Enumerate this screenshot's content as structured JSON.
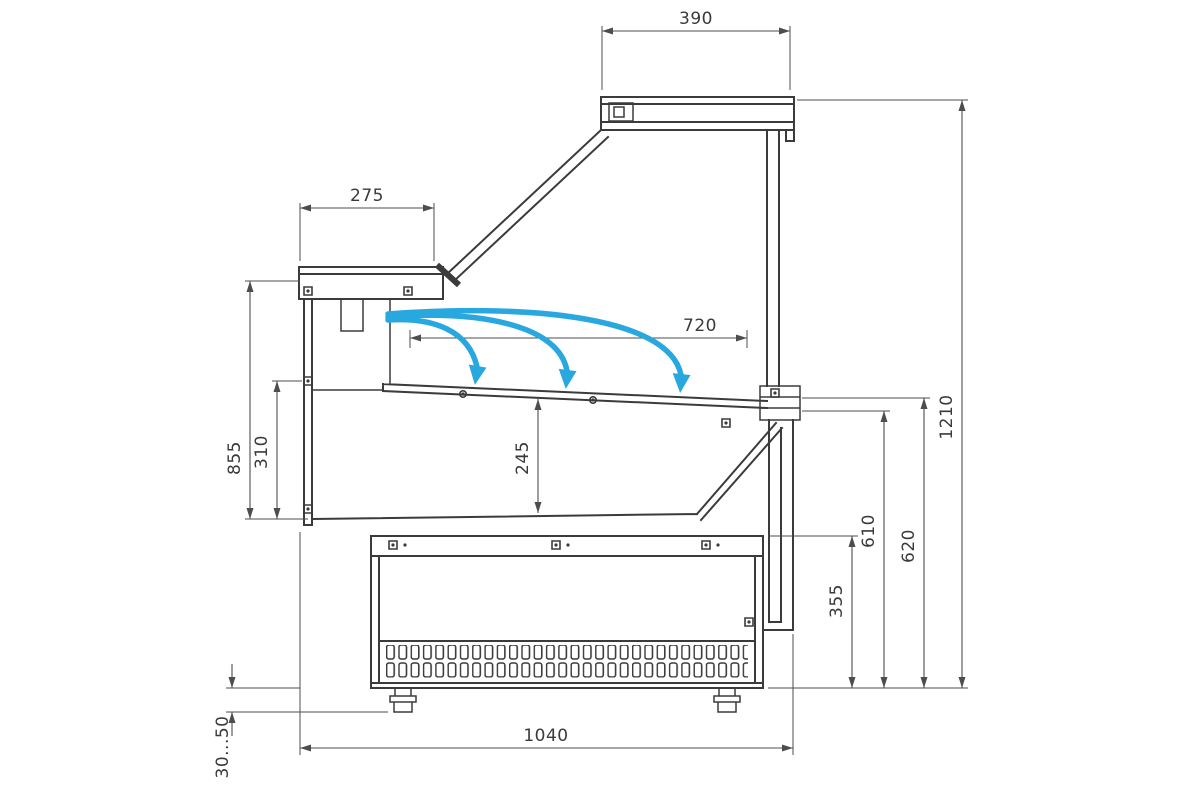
{
  "drawing": {
    "dimensions": {
      "canopy_width": "390",
      "rear_top_depth": "275",
      "deck_length": "720",
      "rear_section_height": "855",
      "rear_inner_height": "310",
      "well_depth": "245",
      "overall_height": "1210",
      "deck_height_outer": "620",
      "deck_height_inner": "610",
      "base_front_height": "355",
      "overall_depth": "1040",
      "foot_adjust_range": "30...50"
    },
    "colors": {
      "line": "#3b3b3b",
      "dimension_line": "#4d4d4d",
      "airflow": "#29a8e0",
      "background": "#ffffff"
    },
    "airflow": {
      "arrow_count": "3"
    }
  }
}
